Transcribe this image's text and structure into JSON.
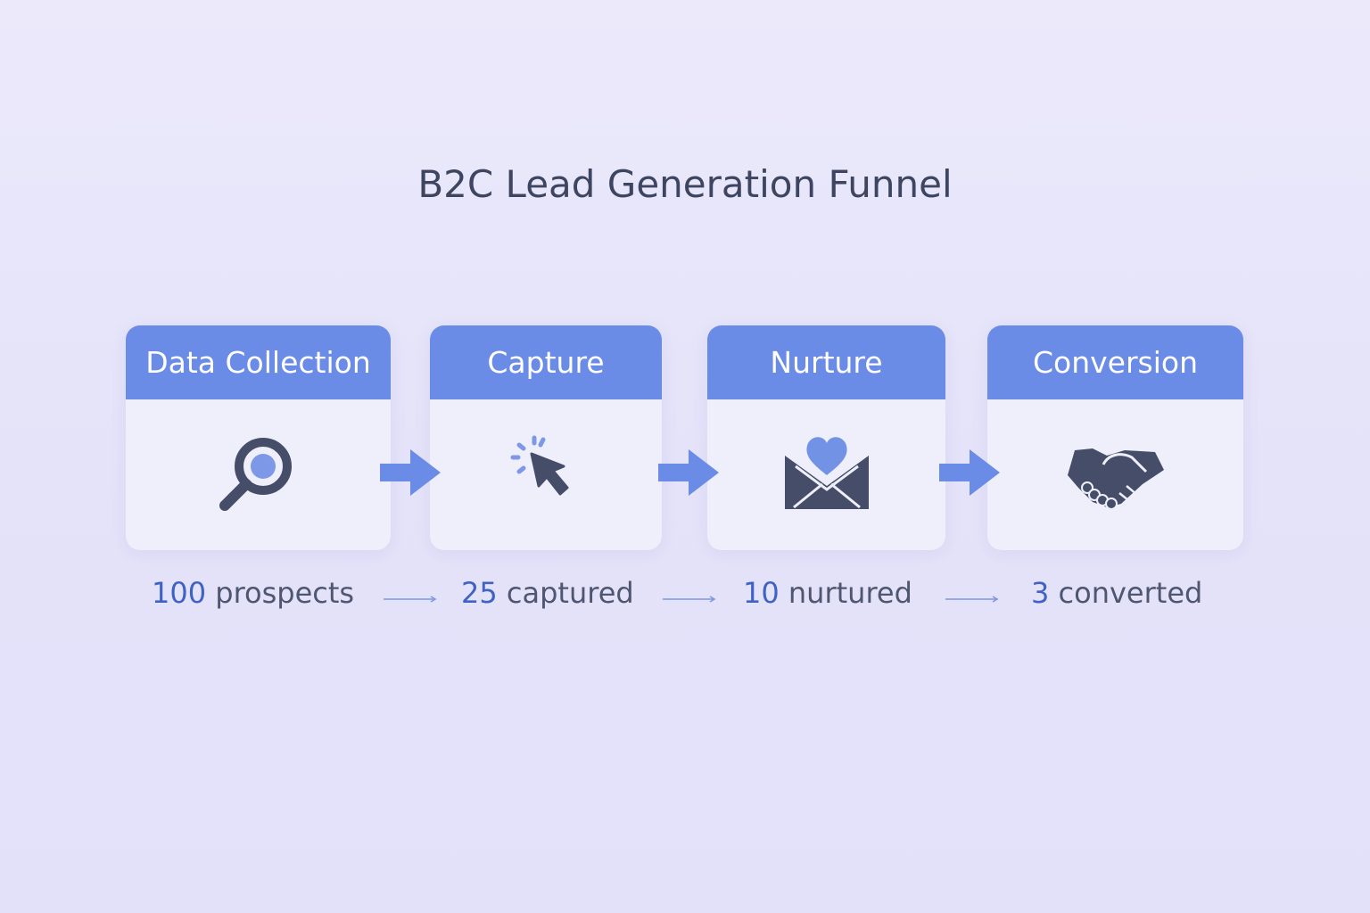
{
  "title": "B2C Lead Generation Funnel",
  "stages": [
    {
      "label": "Data Collection",
      "icon": "magnifier-icon",
      "count": "100",
      "unit": "prospects"
    },
    {
      "label": "Capture",
      "icon": "cursor-click-icon",
      "count": "25",
      "unit": "captured"
    },
    {
      "label": "Nurture",
      "icon": "envelope-heart-icon",
      "count": "10",
      "unit": "nurtured"
    },
    {
      "label": "Conversion",
      "icon": "handshake-icon",
      "count": "3",
      "unit": "converted"
    }
  ],
  "colors": {
    "accent": "#6a8be6",
    "icon_dark": "#454d68",
    "number": "#3f63c4",
    "text": "#4f5672"
  }
}
